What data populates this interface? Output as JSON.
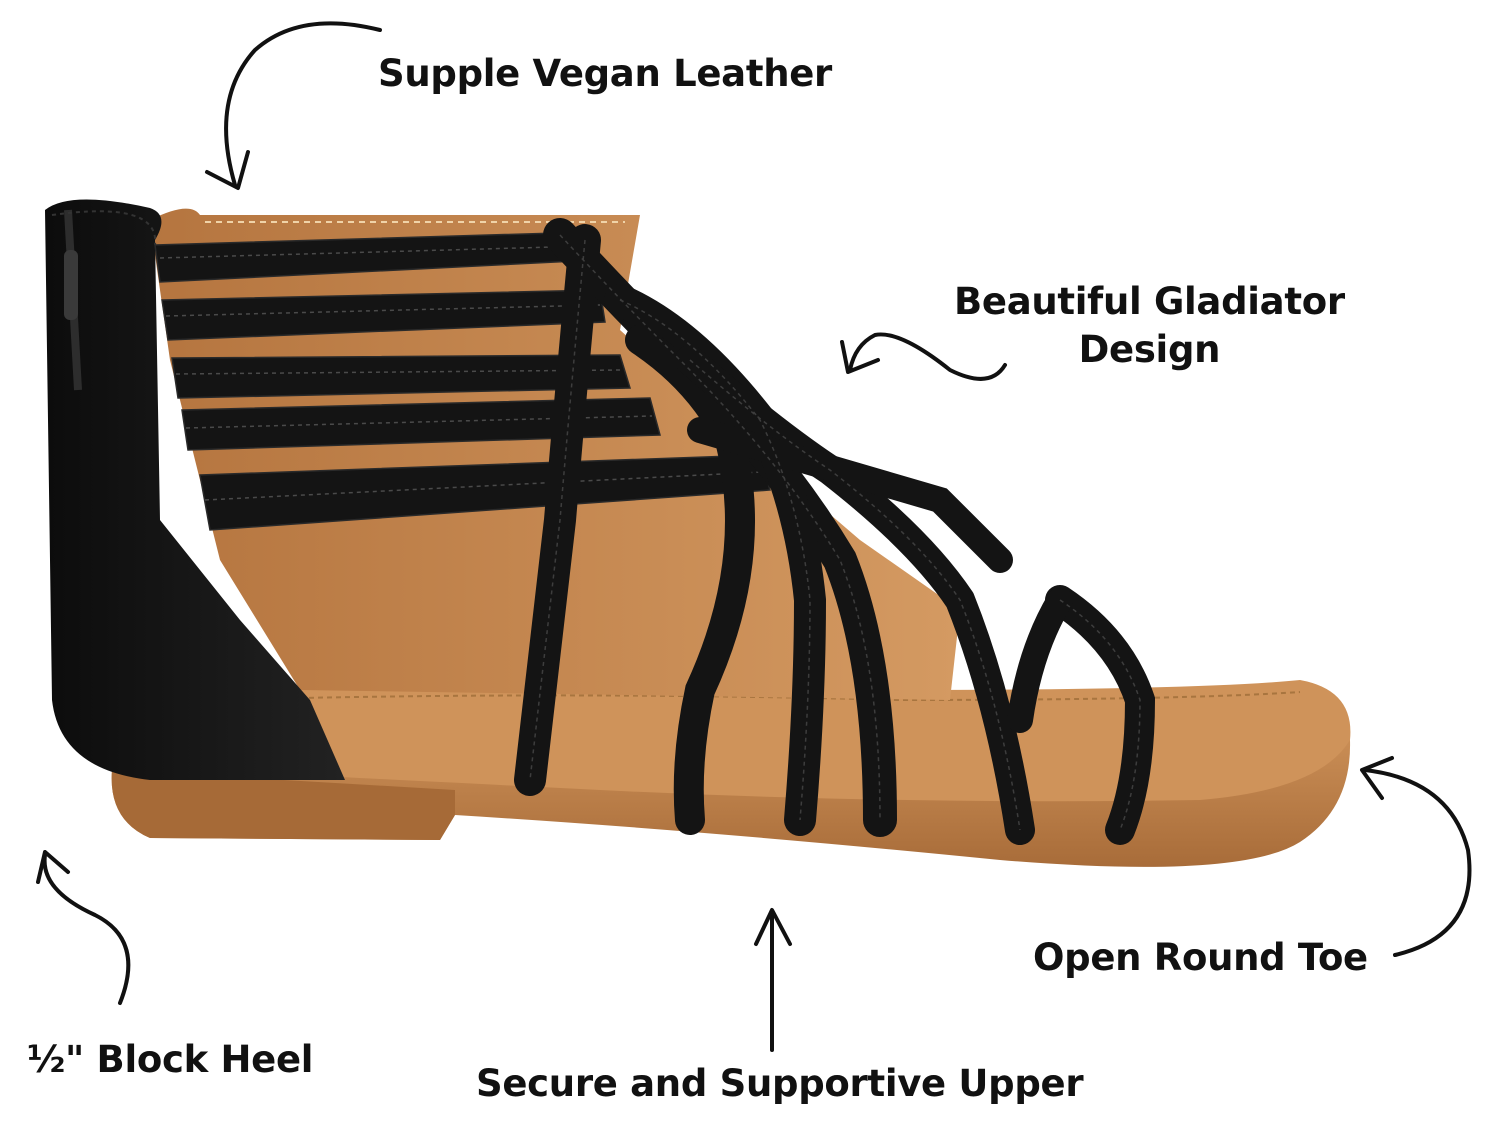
{
  "callouts": {
    "vegan_leather": "Supple Vegan Leather",
    "gladiator_line1": "Beautiful Gladiator",
    "gladiator_line2": "Design",
    "open_toe": "Open Round Toe",
    "block_heel": "½\" Block Heel",
    "supportive_upper": "Secure and Supportive Upper"
  },
  "colors": {
    "strap_black": "#141414",
    "lining_tan": "#c88a52",
    "sole_tan": "#b97d46",
    "stitch": "#3a3a3a",
    "arrow": "#111111",
    "background": "#ffffff"
  }
}
